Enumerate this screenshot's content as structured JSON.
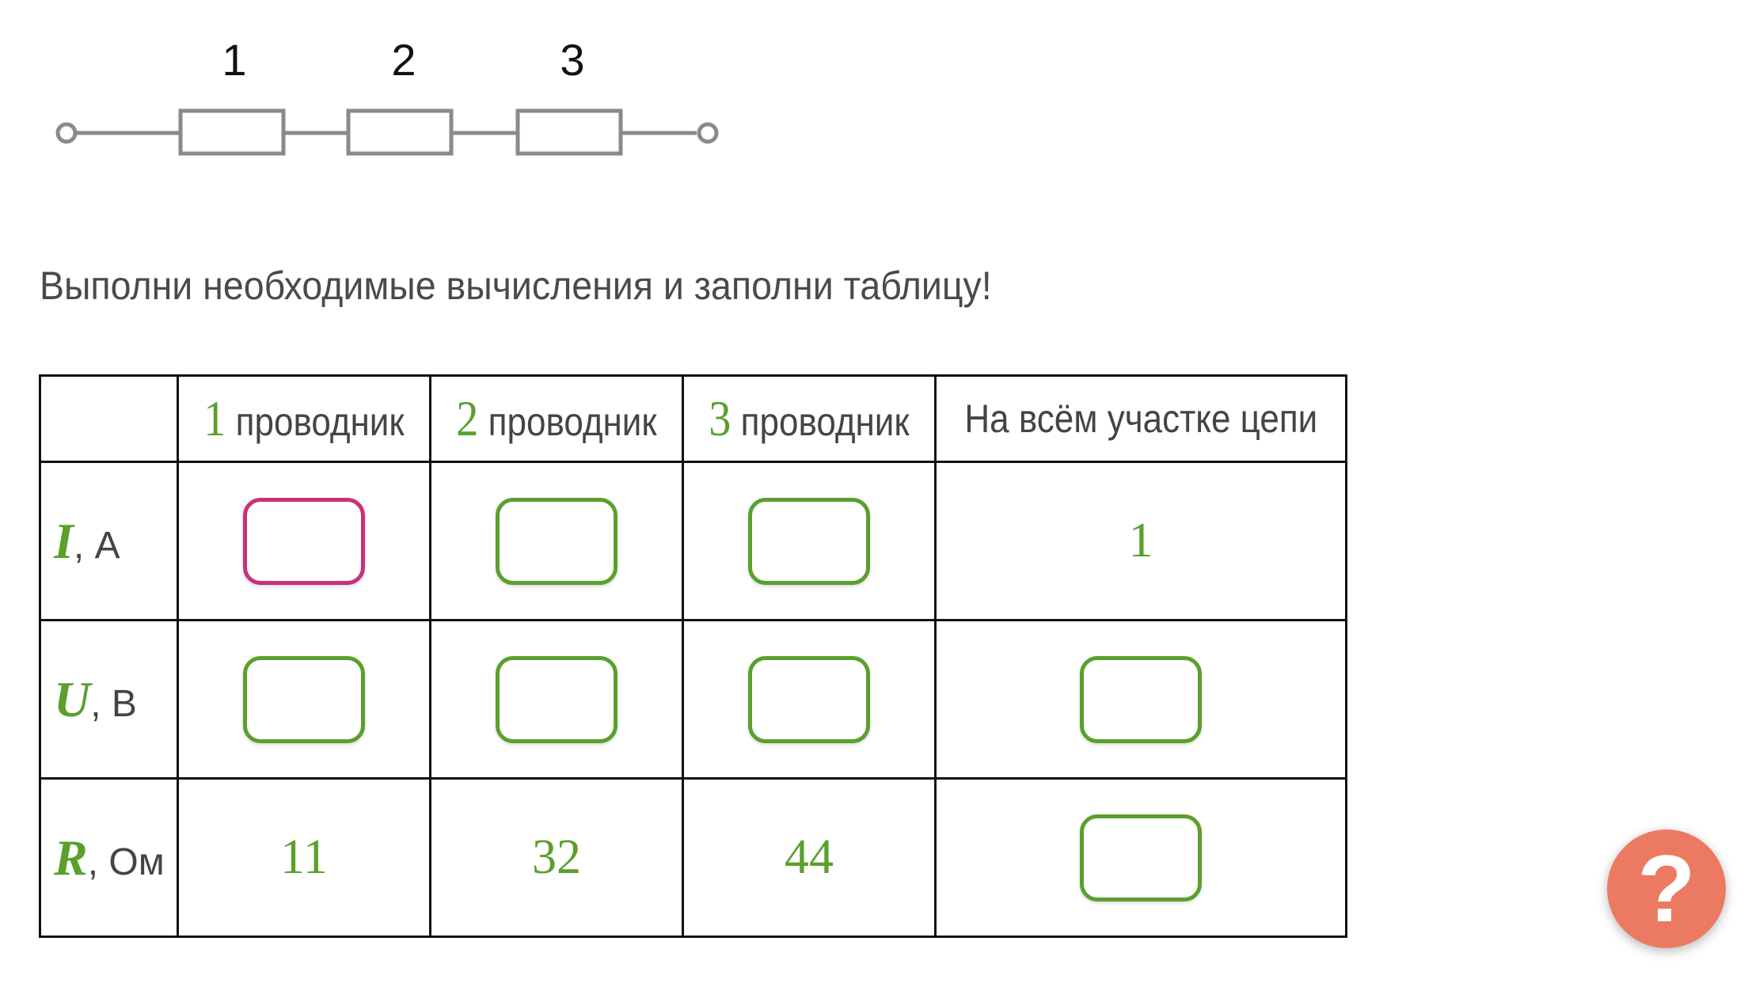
{
  "circuit": {
    "labels": [
      "1",
      "2",
      "3"
    ]
  },
  "instruction": "Выполни необходимые вычисления и заполни таблицу!",
  "table": {
    "header": {
      "conductor_word": "проводник",
      "col1_num": "1",
      "col2_num": "2",
      "col3_num": "3",
      "total_label": "На всём участке цепи"
    },
    "rows": {
      "current": {
        "symbol": "I",
        "unit": ", А",
        "total_value": "1"
      },
      "voltage": {
        "symbol": "U",
        "unit": ", В"
      },
      "resistance": {
        "symbol": "R",
        "unit": ", Ом",
        "values": [
          "11",
          "32",
          "44"
        ]
      }
    }
  },
  "help_button": {
    "label": "?"
  },
  "colors": {
    "accent_green": "#5aa02c",
    "focus_magenta": "#c8307a",
    "help_orange": "#ec7a63"
  }
}
